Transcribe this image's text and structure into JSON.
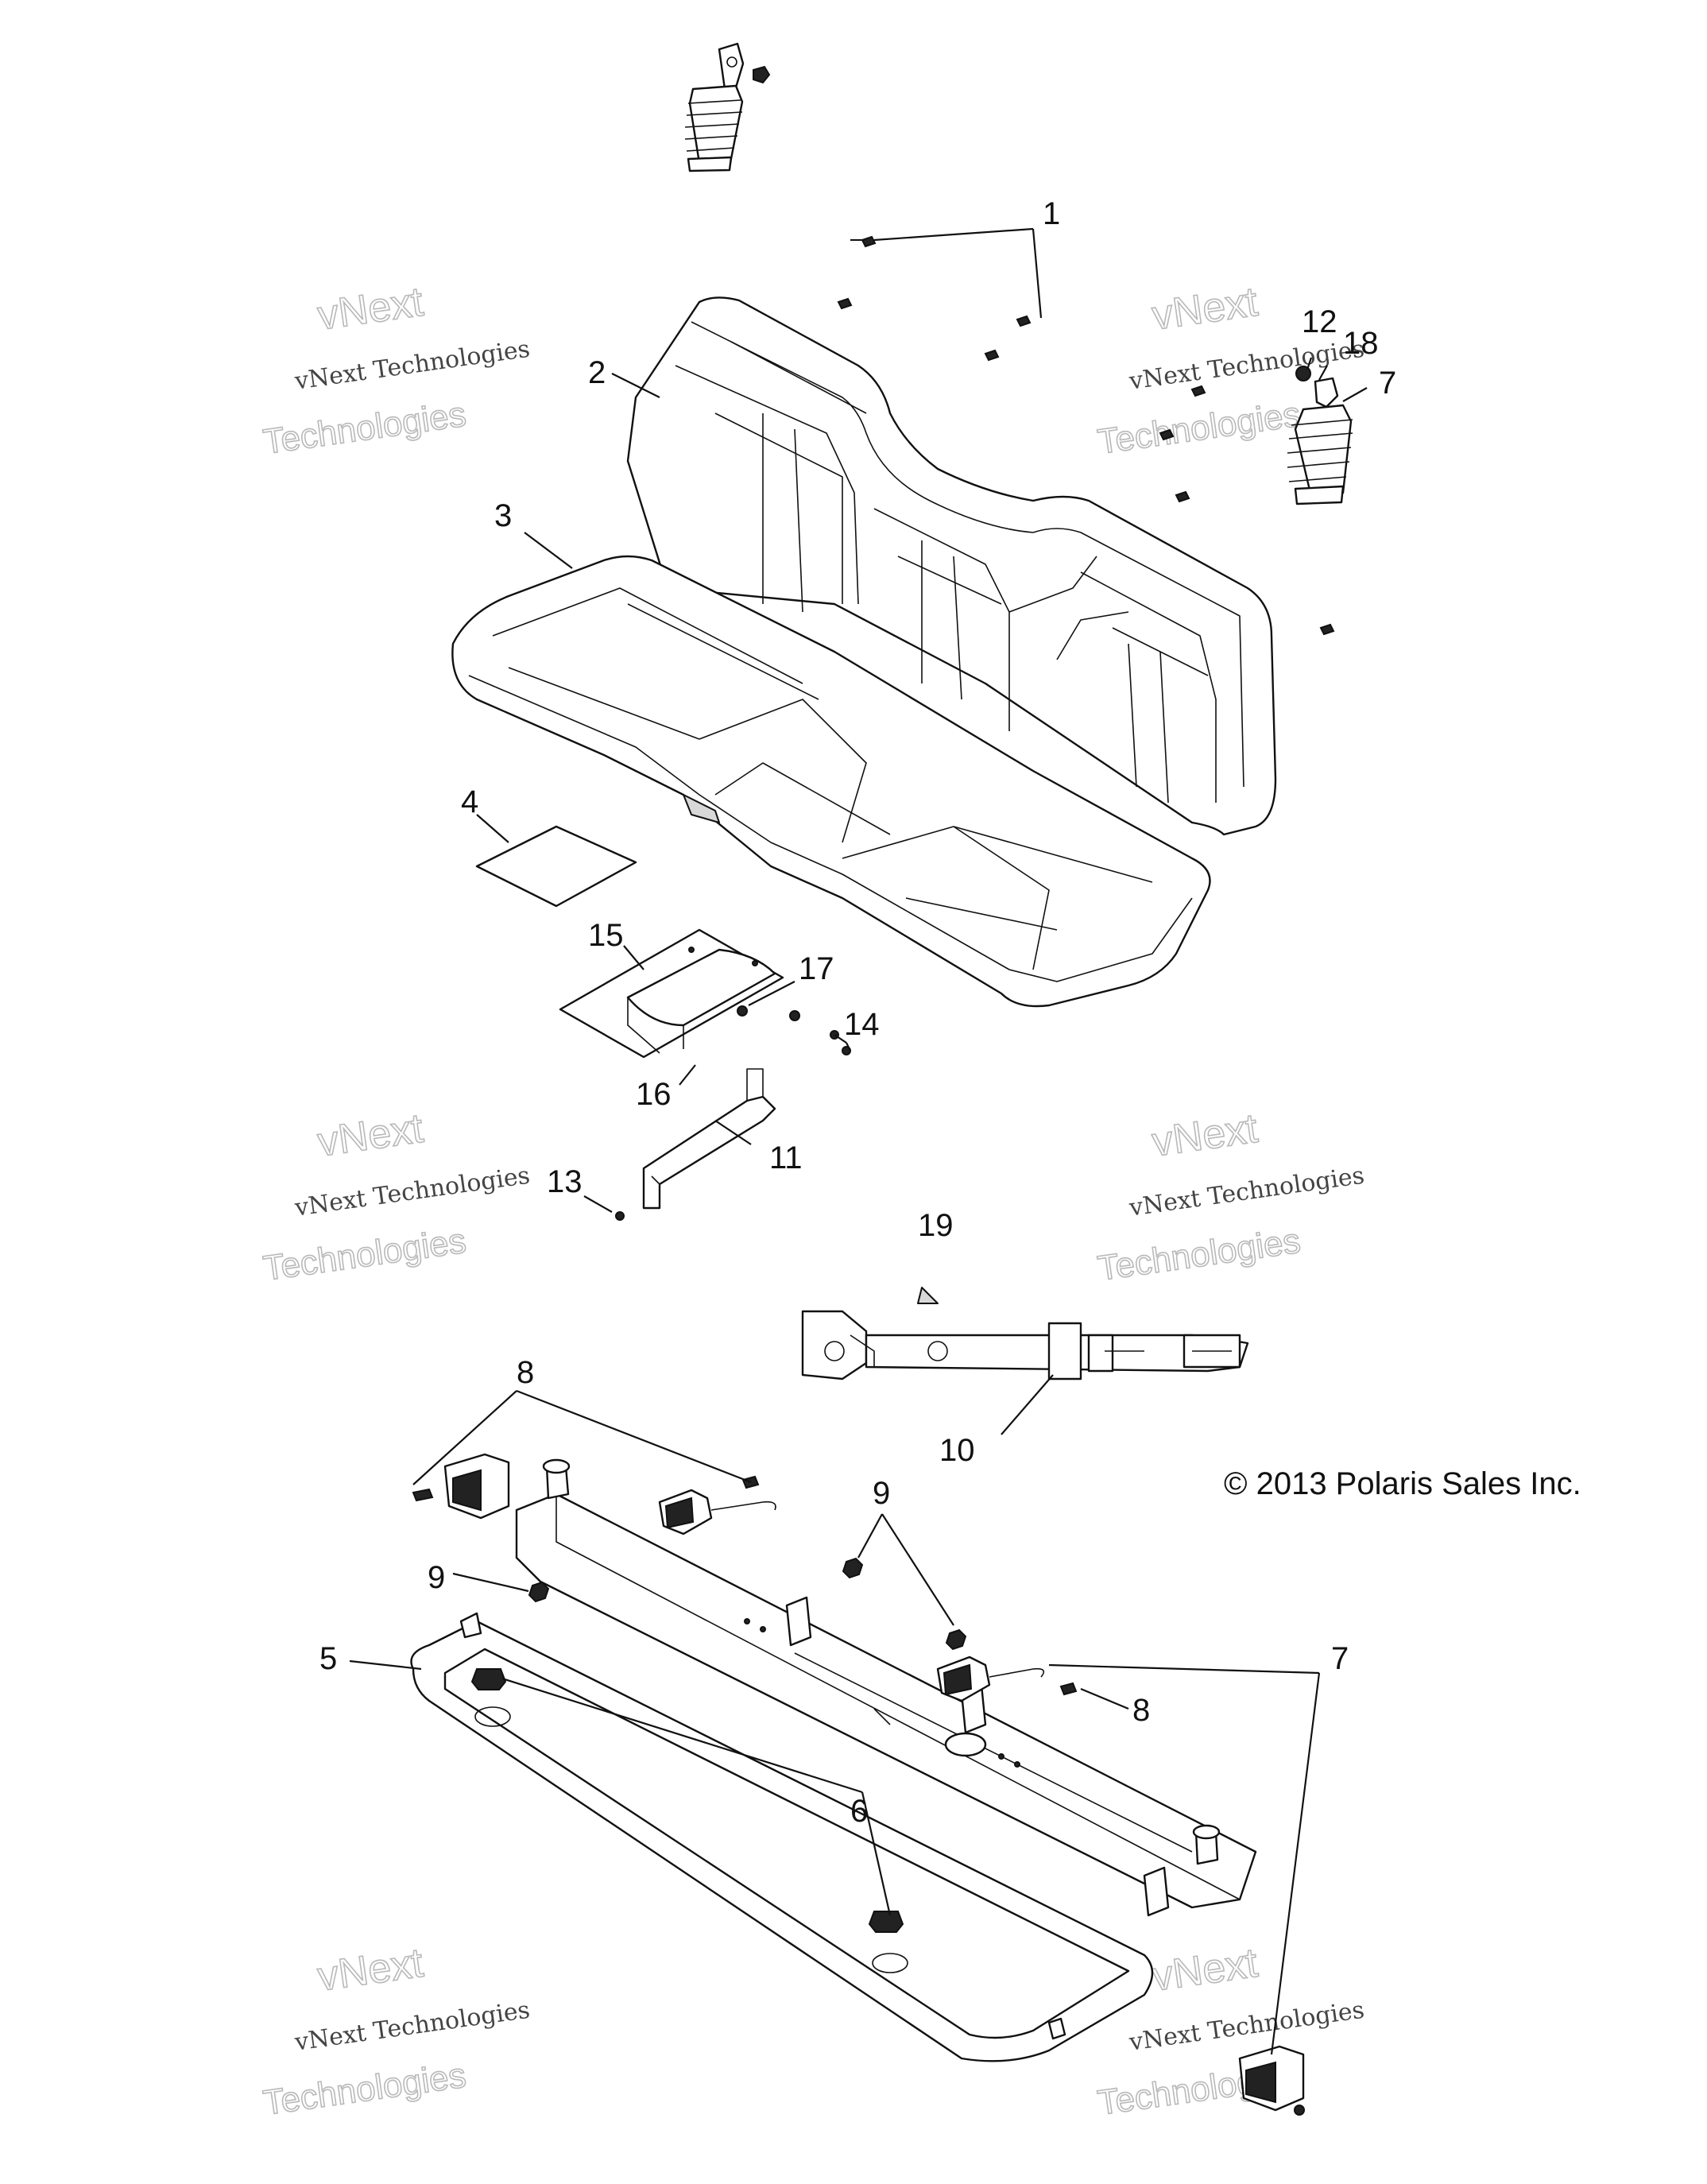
{
  "copyright": "© 2013 Polaris Sales Inc.",
  "watermark": {
    "line1": "vNext Technologies",
    "line2": "vNext",
    "line3": "Technologies"
  },
  "callouts": [
    "1",
    "2",
    "3",
    "4",
    "15",
    "17",
    "14",
    "16",
    "11",
    "13",
    "12",
    "18",
    "7",
    "19",
    "10",
    "8",
    "9",
    "9",
    "8",
    "5",
    "6",
    "7"
  ]
}
